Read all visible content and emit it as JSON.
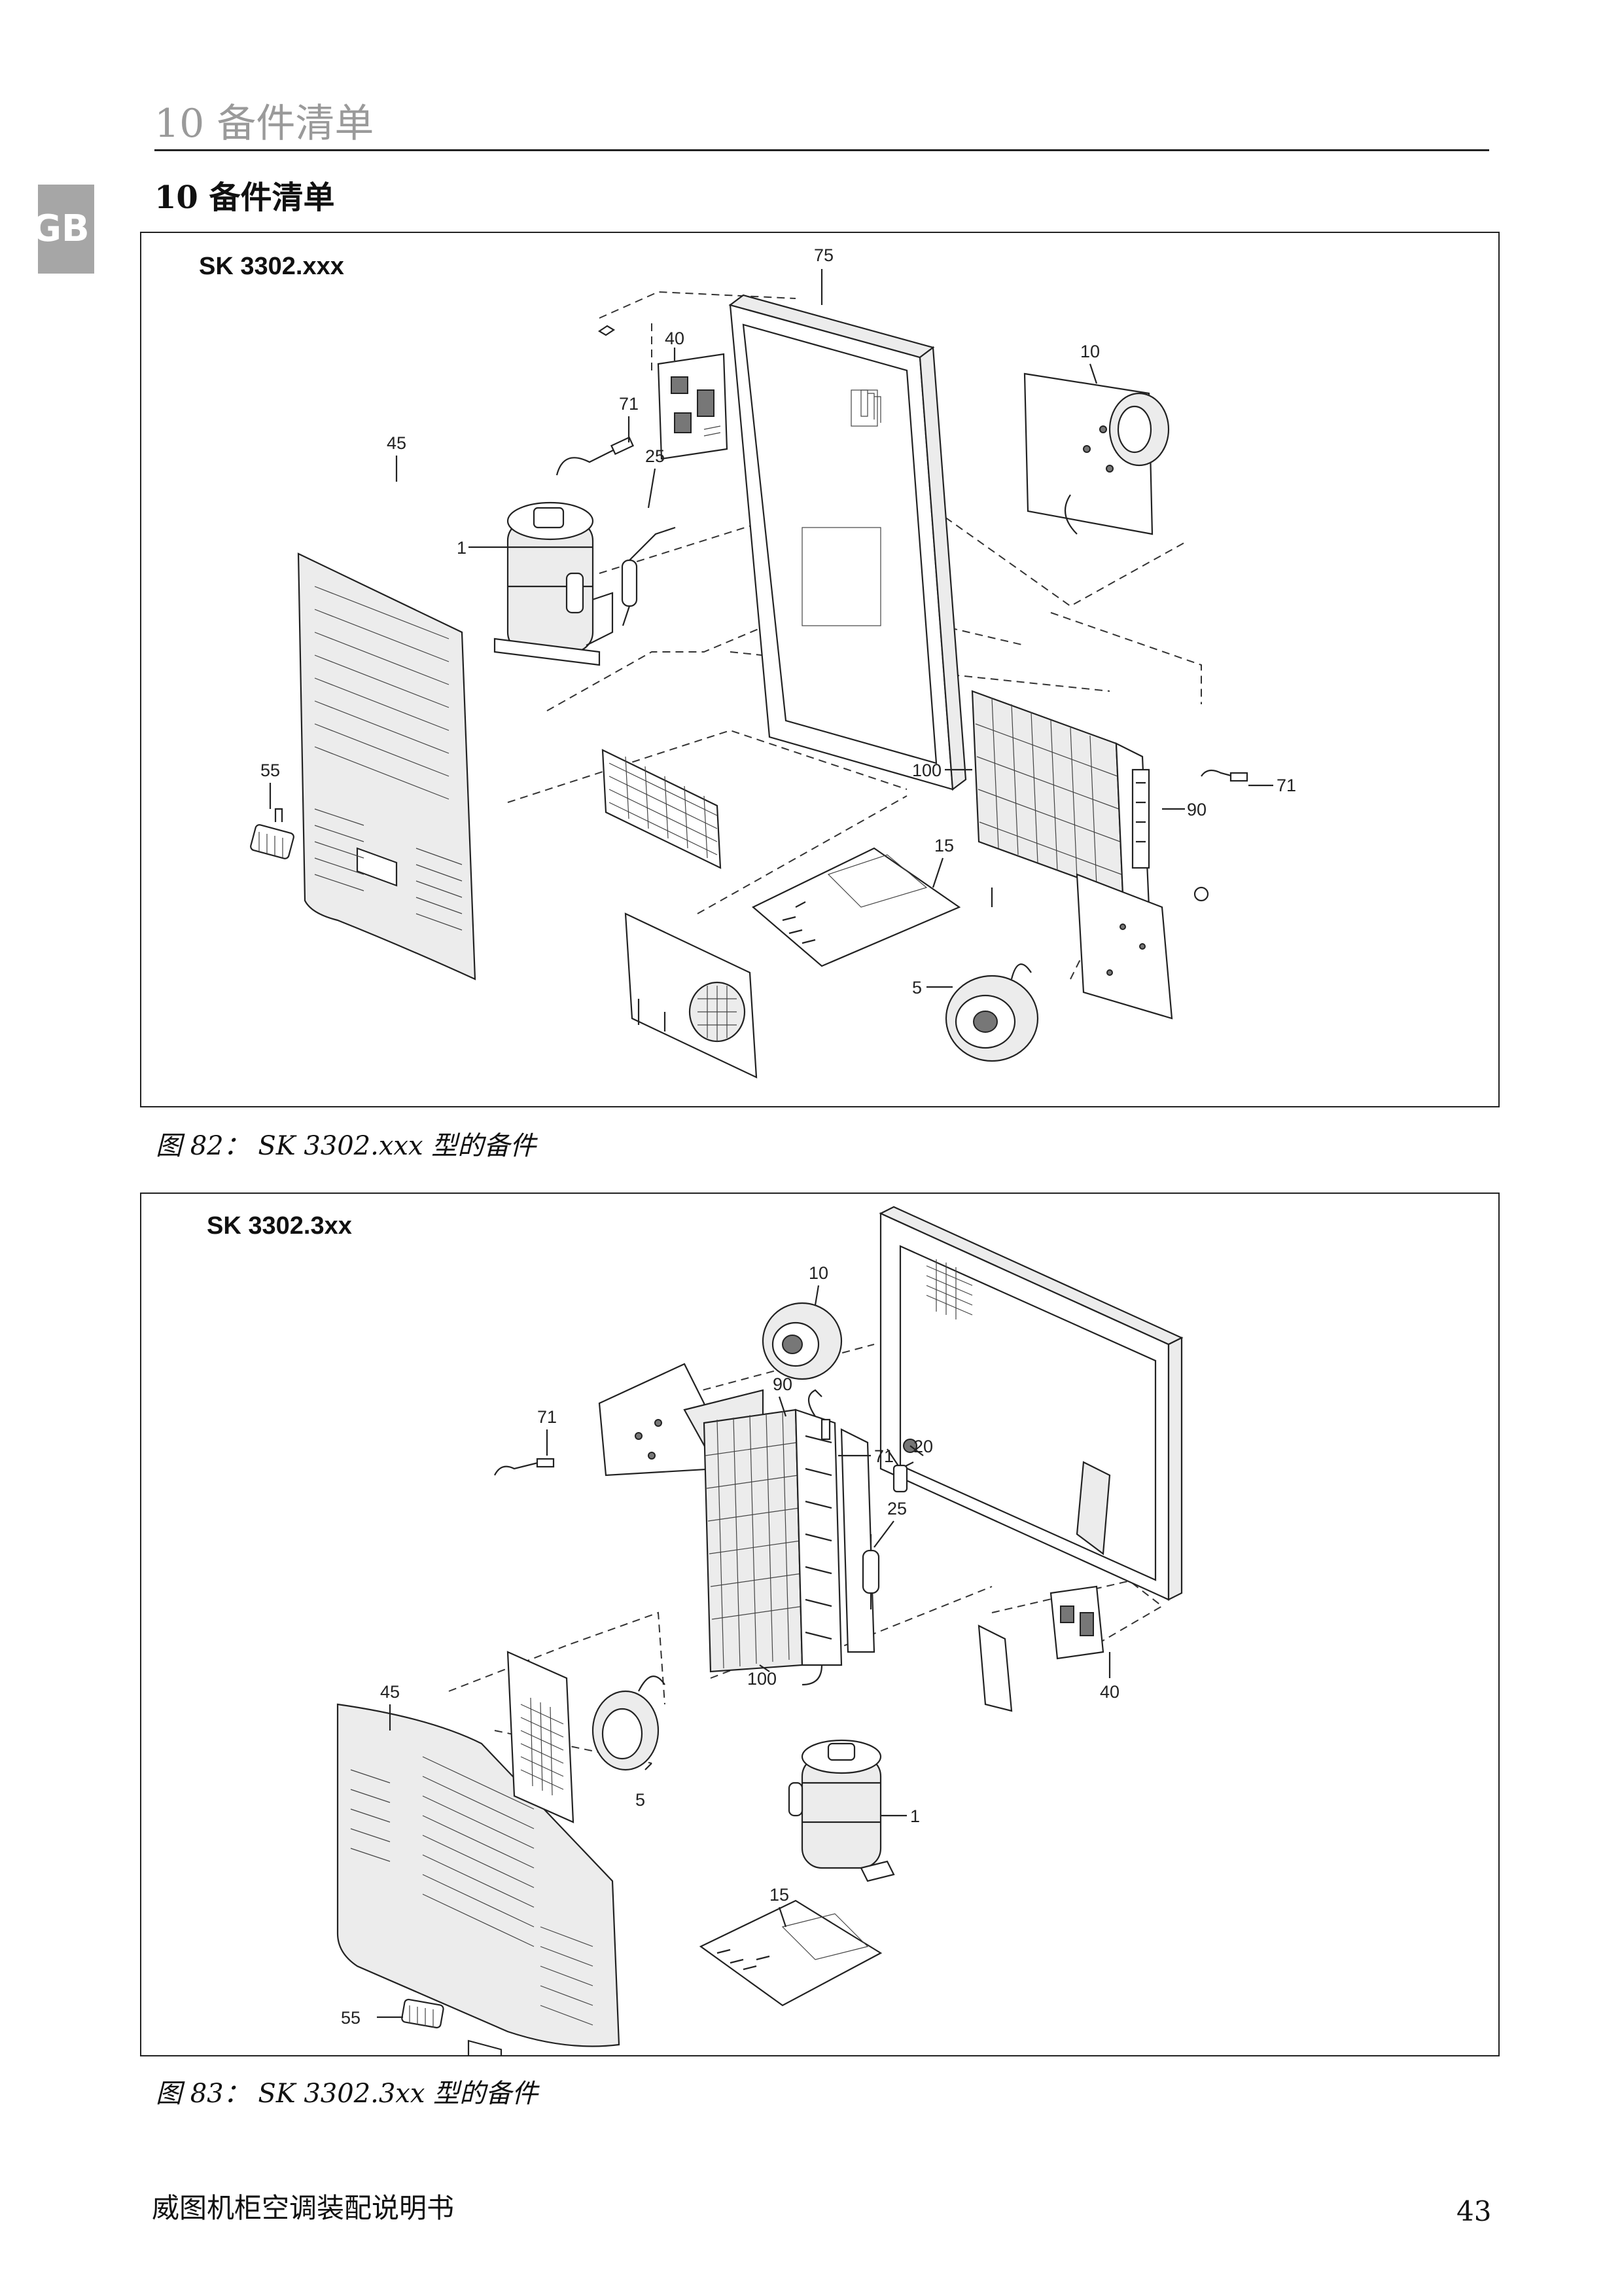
{
  "header": {
    "running_title": "10 备件清单",
    "language_tab": "GB",
    "section_title": "10 备件清单"
  },
  "figures": [
    {
      "model": "SK 3302.xxx",
      "caption": "图 82： SK 3302.xxx 型的备件",
      "callouts": [
        "75",
        "40",
        "10",
        "71",
        "25",
        "45",
        "1",
        "55",
        "100",
        "71",
        "90",
        "15",
        "5"
      ]
    },
    {
      "model": "SK 3302.3xx",
      "caption": "图 83： SK 3302.3xx 型的备件",
      "callouts": [
        "10",
        "90",
        "71",
        "71",
        "20",
        "25",
        "100",
        "45",
        "5",
        "40",
        "1",
        "15",
        "55"
      ]
    }
  ],
  "footer": {
    "doc_title": "威图机柜空调装配说明书",
    "page_number": "43"
  }
}
